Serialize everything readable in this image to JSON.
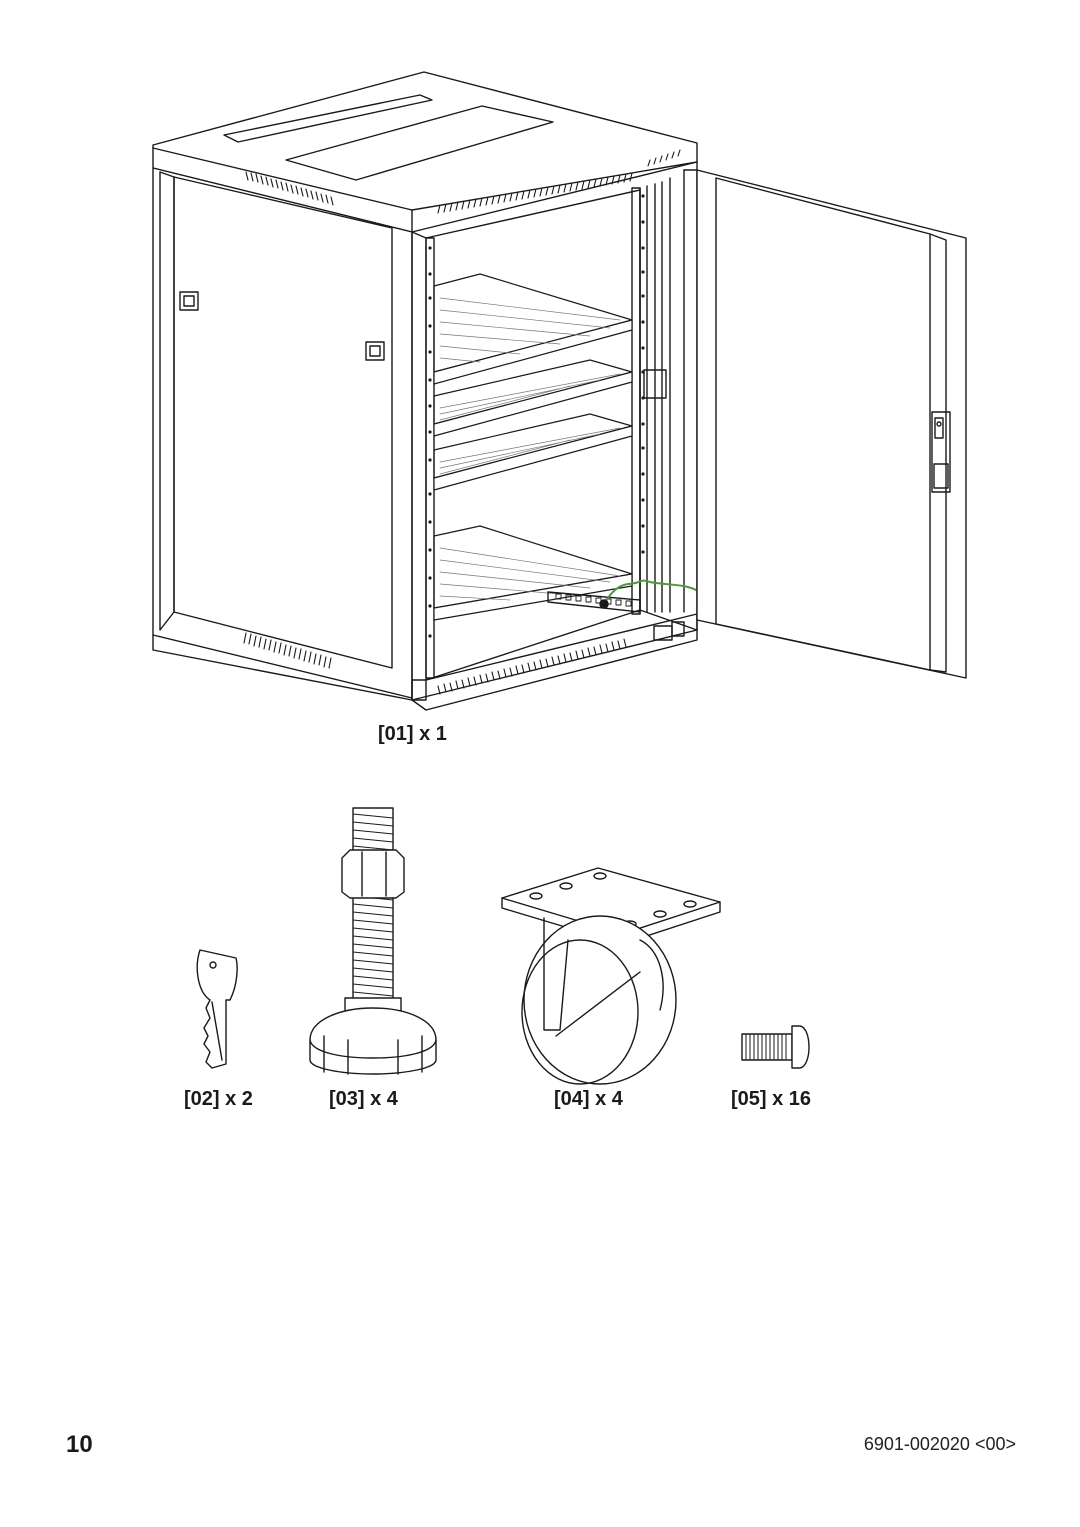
{
  "parts": [
    {
      "code": "[01]",
      "qty": "x 1",
      "name": "rack-cabinet"
    },
    {
      "code": "[02]",
      "qty": "x 2",
      "name": "key"
    },
    {
      "code": "[03]",
      "qty": "x 4",
      "name": "leveling-foot"
    },
    {
      "code": "[04]",
      "qty": "x 4",
      "name": "caster-wheel"
    },
    {
      "code": "[05]",
      "qty": "x 16",
      "name": "screw"
    }
  ],
  "labels": {
    "p01": "[01] x 1",
    "p02": "[02] x 2",
    "p03": "[03] x 4",
    "p04": "[04] x 4",
    "p05": "[05] x 16"
  },
  "footer": {
    "page_number": "10",
    "document_id": "6901-002020 <00>"
  },
  "colors": {
    "line": "#1a1a1a",
    "ground_wire": "#4a9a3a"
  }
}
